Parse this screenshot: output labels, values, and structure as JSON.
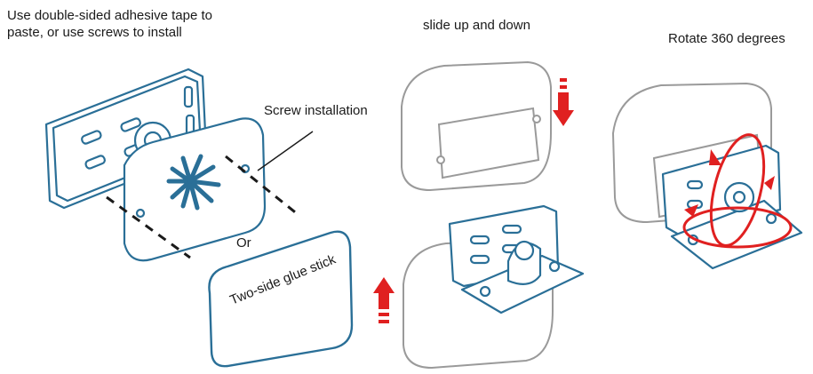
{
  "captions": {
    "left_line1": "Use double-sided adhesive tape to",
    "left_line2": "paste, or use screws to install",
    "middle": "slide up and down",
    "right": "Rotate 360 degrees"
  },
  "labels": {
    "screw": "Screw installation",
    "or": "Or",
    "glue": "Two-side glue stick"
  },
  "colors": {
    "bracket_blue": "#2a6f97",
    "camera_gray": "#9a9a9a",
    "arrow_red": "#e02020",
    "text": "#1a1a1a"
  },
  "icons": [
    "bracket-plate-icon",
    "camera-housing-icon",
    "slide-arrow-icon",
    "rotate-arrow-icon"
  ]
}
